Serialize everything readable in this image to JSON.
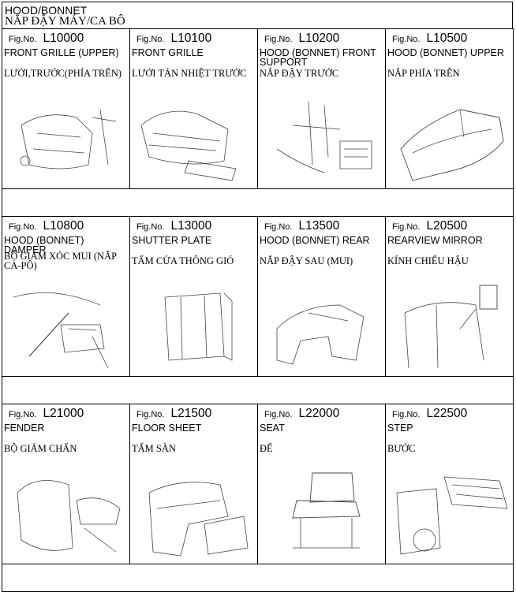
{
  "header": {
    "title_en": "HOOD/BONNET",
    "title_vi": "NẮP ĐẬY MÁY/CA BÔ"
  },
  "fig_label": "Fig.No.",
  "rows": [
    [
      {
        "fig": "L10000",
        "en": "FRONT GRILLE (UPPER)",
        "vi": "LƯỚI,TRƯỚC(PHÍA TRÊN)",
        "icon": "front-grille-upper-drawing"
      },
      {
        "fig": "L10100",
        "en": "FRONT GRILLE",
        "vi": "LƯỚI TẢN NHIỆT TRƯỚC",
        "icon": "front-grille-drawing"
      },
      {
        "fig": "L10200",
        "en": "HOOD (BONNET) FRONT SUPPORT",
        "vi": "NẮP ĐẬY TRƯỚC",
        "icon": "hood-front-support-drawing"
      },
      {
        "fig": "L10500",
        "en": "HOOD (BONNET) UPPER",
        "vi": "NẮP PHÍA TRÊN",
        "icon": "hood-upper-drawing"
      }
    ],
    [
      {
        "fig": "L10800",
        "en": "HOOD (BONNET) DAMPER",
        "vi": "BỘ GIẢM XÓC MUI (NẮP CA-PÔ)",
        "icon": "hood-damper-drawing"
      },
      {
        "fig": "L13000",
        "en": "SHUTTER PLATE",
        "vi": "TẤM CỬA THÔNG GIÓ",
        "icon": "shutter-plate-drawing"
      },
      {
        "fig": "L13500",
        "en": "HOOD (BONNET) REAR",
        "vi": "NẮP ĐẬY SAU (MUI)",
        "icon": "hood-rear-drawing"
      },
      {
        "fig": "L20500",
        "en": "REARVIEW MIRROR",
        "vi": "KÍNH CHIẾU HẬU",
        "icon": "rearview-mirror-drawing"
      }
    ],
    [
      {
        "fig": "L21000",
        "en": "FENDER",
        "vi": "BỘ GIẢM CHẤN",
        "icon": "fender-drawing"
      },
      {
        "fig": "L21500",
        "en": "FLOOR SHEET",
        "vi": "TẤM SÀN",
        "icon": "floor-sheet-drawing"
      },
      {
        "fig": "L22000",
        "en": "SEAT",
        "vi": "ĐẾ",
        "icon": "seat-drawing"
      },
      {
        "fig": "L22500",
        "en": "STEP",
        "vi": "BƯỚC",
        "icon": "step-drawing"
      }
    ]
  ]
}
